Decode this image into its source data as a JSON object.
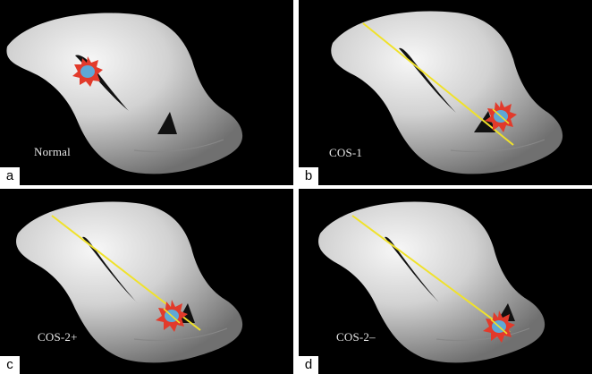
{
  "panels": [
    {
      "letter": "a",
      "caption": "Normal",
      "show_line": false
    },
    {
      "letter": "b",
      "caption": "COS-1",
      "show_line": true
    },
    {
      "letter": "c",
      "caption": "COS-2+",
      "show_line": true
    },
    {
      "letter": "d",
      "caption": "COS-2–",
      "show_line": true
    }
  ],
  "colors": {
    "background": "#000000",
    "uterus_light": "#f2f2f2",
    "uterus_mid": "#bdbdbd",
    "uterus_dark": "#6f6f6f",
    "axis_line": "#f0e22a",
    "star_outer": "#e23a2b",
    "star_inner": "#5fa8d6"
  }
}
